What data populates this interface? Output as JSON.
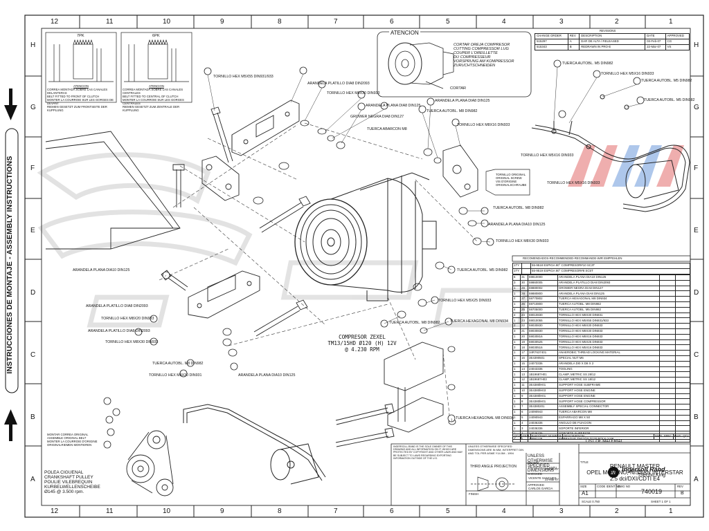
{
  "frame": {
    "top_columns": [
      "12",
      "11",
      "10",
      "9",
      "8",
      "7",
      "6",
      "5",
      "4",
      "3",
      "2",
      "1"
    ],
    "bottom_columns": [
      "12",
      "11",
      "10",
      "9",
      "8",
      "7",
      "6",
      "5",
      "4",
      "3",
      "2",
      "1"
    ],
    "left_rows": [
      "H",
      "G",
      "F",
      "E",
      "D",
      "C",
      "B",
      "A"
    ],
    "right_rows": [
      "H",
      "G",
      "F",
      "E",
      "D",
      "C",
      "B",
      "A"
    ]
  },
  "side_title": "INSTRUCCIONES DE MONTAJE - ASSEMBLY INSTRUCTIONS",
  "belts": {
    "pk7": "7PK",
    "pk6": "6PK",
    "note_title": "ATENCION",
    "note_lines": [
      "CORREA MONTADA SOBRE LAS CANALES DELANTERAS",
      "BELT FITTED TO FRONT OF CLUTCH",
      "MONTER LA COURROIE SUR LES GORGES DE DEVANT",
      "RIEMEN GESETZT ZUM FRONTSEITE DER KUPPLUNG"
    ],
    "note2_lines": [
      "CORREA MONTADA SOBRE LAS CANALES CENTRALES",
      "BELT FITTED TO CENTRAL OF CLUTCH",
      "MONTER LA COURROIE SUR LES GORGES CENTRALES",
      "RIEMEN GESETZT ZUM ZENTRALE DER KUPPLUNG"
    ]
  },
  "atencion": {
    "title": "ATENCION",
    "lines": [
      "CORTAR OREJA COMPRESOR",
      "CUTTING COMPRESSOR LUG",
      "COUPER L'OREILLETTE",
      "DU COMPRESSEUR",
      "VORSPRUNG AM KOMPRESSOR",
      "ZURUCHTSCHNEIDEN"
    ],
    "label": "CORTAR"
  },
  "callouts": [
    "TORNILLO HEX M5X55 DIN931/933",
    "ARANDELA PLATILLO DIA8 DIN2093",
    "TORNILLO HEX M8X30 DIN933",
    "ARANDELA PLANA DIA8 DIN125",
    "GROWER NEGRA DIA8 DIN127",
    "TUERCA ABARCON M8",
    "ARANDELA PLANA DIA8 DIN125",
    "TUERCA AUTOBL. M8 DIN982",
    "TORNILLO HEX M8X16 DIN933",
    "TUERCA AUTOBL. M8 DIN982",
    "ARANDELA PLANA DIA10 DIN125",
    "TORNILLO HEX M8X30 DIN933",
    "ARANDELA PLANA DIA10 DIN125",
    "ARANDELA PLATILLO DIA8 DIN2093",
    "TORNILLO HEX M8X20 DIN933",
    "TORNILLO HEX M8X30 DIN933",
    "ARANDELA PLATILLO DIA8 DIN2093",
    "TUERCA AUTOBL. M8 DIN982",
    "TORNILLO HEX M8X30 DIN931",
    "ARANDELA PLANA DIA10 DIN125",
    "TUERCA AUTOBL. M5 DIN982",
    "TORNILLO HEX M5X25 DIN933",
    "TUERCA HEXAGONAL M8 DIN934",
    "TUERCA AUTOBL. M8 DIN982",
    "TUERCA HEXAGONAL M8 DIN934",
    "TUERCA AUTOBL. M5 DIN982",
    "TORNILLO HEX M5X16 DIN933",
    "TUERCA AUTOBL. M5 DIN982",
    "TORNILLO HEX M5X16 DIN933",
    "TUERCA AUTOBL. M5 DIN982",
    "TORNILLO HEX M5X16 DIN933"
  ],
  "orig_screw": [
    "TORNILLO ORIGINAL",
    "ORIGINAL SCREW",
    "VIS D'ORIGINE",
    "ORIGINALSCHRAUBE"
  ],
  "compressor": [
    "COMPRESOR ZEXEL",
    "TM13/15HD Ø120 (H) 12V",
    "@ 4.230 RPM"
  ],
  "belt_note": [
    "MONTAR CORREA ORIGINAL",
    "ASSEMBLE ORIGINAL BELT",
    "MONTER LA COURROIE D'ORIGINE",
    "ORIGINALRIEMEN MONTIEREN"
  ],
  "pulley": [
    "POLEA CIGUENAL",
    "CRANKSHAFT PULLEY",
    "POULIE VILEBREQUIN",
    "KURBELWELLENSCHEIBE",
    "Ø145 @ 3.500 rpm."
  ],
  "revisions": {
    "title": "REVISIONS",
    "headers": [
      "CHANGE ORDER",
      "REV",
      "DESCRIPTION",
      "DATE",
      "APPROVED"
    ],
    "rows": [
      [
        "515297",
        "A",
        "DAR DE ALTA / RELEASED",
        "03-Feb-07",
        "CG"
      ],
      [
        "515343",
        "B",
        "REDRAWN IN PRO-E",
        "22-Mar-07",
        "VS"
      ]
    ]
  },
  "recommended": "RECOMENDADOS-RECOMMENDED-RECOMMANDE-WIR EMPFEHLEN",
  "recommended_rows": [
    [
      "1TY",
      "",
      "55-9518  ESPIGA 90° COMPRESOR#10  SC3T"
    ],
    [
      "1TY",
      "",
      "55-9519  ESPIGA 90° COMPRESOR#8   SC5T"
    ]
  ],
  "bom": [
    [
      "6",
      "31",
      "59810000",
      "ARANDELA PLANA DIA10 DIN125"
    ],
    [
      "3",
      "30",
      "59860005",
      "ARANDELA PLATILLO  DIA8 DIN2093"
    ],
    [
      "1",
      "29",
      "59880002",
      "GROWER NEGRA DIA8 DIN127"
    ],
    [
      "1",
      "28",
      "59880800",
      "ARANDELA PLANA DIA8 DIN125"
    ],
    [
      "4",
      "27",
      "59770802",
      "TUERCA HEXAGONAL M8 DIN934"
    ],
    [
      "1",
      "26",
      "59710800",
      "TUERCA AUTOBL. M8 DIN982"
    ],
    [
      "4",
      "25",
      "59705000",
      "TUERCA AUTOBL. M5 DIN982"
    ],
    [
      "4",
      "24",
      "59010830",
      "TORNILLO HEX M8X30 DIN931"
    ],
    [
      "1",
      "23",
      "59010055",
      "TORNILLO HEX M5X55 DIN931/933"
    ],
    [
      "2",
      "22",
      "59030830",
      "TORNILLO HEX M8X30 DIN933"
    ],
    [
      "3",
      "21",
      "59030830",
      "TORNILLO HEX M8X30 DIN933"
    ],
    [
      "1",
      "20",
      "59030816",
      "TORNILLO HEX M8X16 DIN933"
    ],
    [
      "1",
      "19",
      "59030525",
      "TORNILLO HEX M5X25 DIN933"
    ],
    [
      "3",
      "18",
      "59030516",
      "TORNILLO HEX M5X16 DIN933"
    ],
    [
      "1",
      "17",
      "34R7637401",
      "ANAEROBIC THREAD LOCKING MATERIAL"
    ],
    [
      "1",
      "16",
      "3E4390501",
      "SPECIAL NUT M6"
    ],
    [
      "1",
      "15",
      "24073336",
      "ARANDELA DI0 X D8 X 2"
    ],
    [
      "1",
      "14",
      "24043336",
      "TOOLING"
    ],
    [
      "1",
      "13",
      "1B19687H01",
      "CLAMP, METRIC SS 28/12"
    ],
    [
      "1",
      "12",
      "1B19687H03",
      "CLAMP, METRIC SS 18/12"
    ],
    [
      "1",
      "11",
      "3E4380lH01",
      "SUPPORT HOSE SUBFRAME"
    ],
    [
      "1",
      "10",
      "3E4380lH03",
      "SUPPORT HOSE ENGINE"
    ],
    [
      "1",
      "9",
      "3E4380lH01",
      "SUPPORT HOSE ENGINE"
    ],
    [
      "1",
      "8",
      "3E4380lH01",
      "SUPPORT HOSE COMPRESSOR"
    ],
    [
      "1",
      "7",
      "3E4380201",
      "ASSEMBLY SPECIAL CONNECTOR"
    ],
    [
      "1",
      "6",
      "24090943",
      "TUERCA ABARCON M8"
    ],
    [
      "1",
      "5",
      "24090943",
      "ESPARRAGO M8 X 50"
    ],
    [
      "1",
      "4",
      "24036336",
      "ANGULO DE FIJACION"
    ],
    [
      "1",
      "3",
      "24036336",
      "SOPORTE INFERIOR"
    ],
    [
      "1",
      "2",
      "24036336",
      "SOPORTE SUPERIOR"
    ],
    [
      "1",
      "1",
      "24091128",
      "EMBRAGUE TM13/15 D120 POLY- V 6K"
    ]
  ],
  "bom_footer": [
    "QTY",
    "ITEM",
    "PART/DWG NUMBER",
    "DESCRIPTION",
    "MATL SPEC",
    "MATL QTY"
  ],
  "bom_list": "LIST OF MATERIAL",
  "title_block": {
    "note": "INGERSOLL-RAND IS THE SOLE OWNER OF THIS DRAWING AND ALL INFORMATION ON IT, WHICH ARE PROTECTED BY COPYRIGHT AND OTHER LAWS AND MAY BE SUBJECT TO LAWS REGARDING EXPORTING INFORMATION OUTSIDE OF THE U.S.",
    "tolerances": "UNLESS OTHERWISE SPECIFIED DIMENSIONS ARE IN MM, INTERPRET DIN AND TOL PER ASME Y14.5M - 1994",
    "projection": "THIRD ANGLE PROJECTION",
    "finish": "FINISH",
    "unless": "UNLESS OTHERWISE SPECIFIED DIMENSIONS",
    "drawn": "DRAWN",
    "checked": "CHECKED",
    "approved": "APPROVED",
    "drawn_by": "FRANCISCO CANTU",
    "checked_by": "VICENTE SANCHES",
    "approved_by": "CARLOS GARCIA",
    "date1": "03-Feb-07",
    "date2": "22-Mar-07",
    "company": "Ingersoll Rand",
    "brand": "Thermo King",
    "title": "TITLE",
    "title_lines": [
      "RENAULT MASTER",
      "OPEL MOVANO, NISSAN INTERSTAR",
      "2.5 dci/DXI/CDTI E4"
    ],
    "size_label": "SIZE",
    "size": "A1",
    "code_ident": "CODE IDENT NO",
    "dwg_no_label": "DWG NO",
    "dwg_no": "740019",
    "rev_label": "REV",
    "rev": "B",
    "scale": "SCALE 0.750",
    "sheet": "SHEET 1 OF 1"
  },
  "watermark": "SLIVER",
  "colors": {
    "ink": "#111111",
    "watermark": "#d9d9d9",
    "brand_red": "#e05050",
    "brand_blue": "#5080d0"
  }
}
